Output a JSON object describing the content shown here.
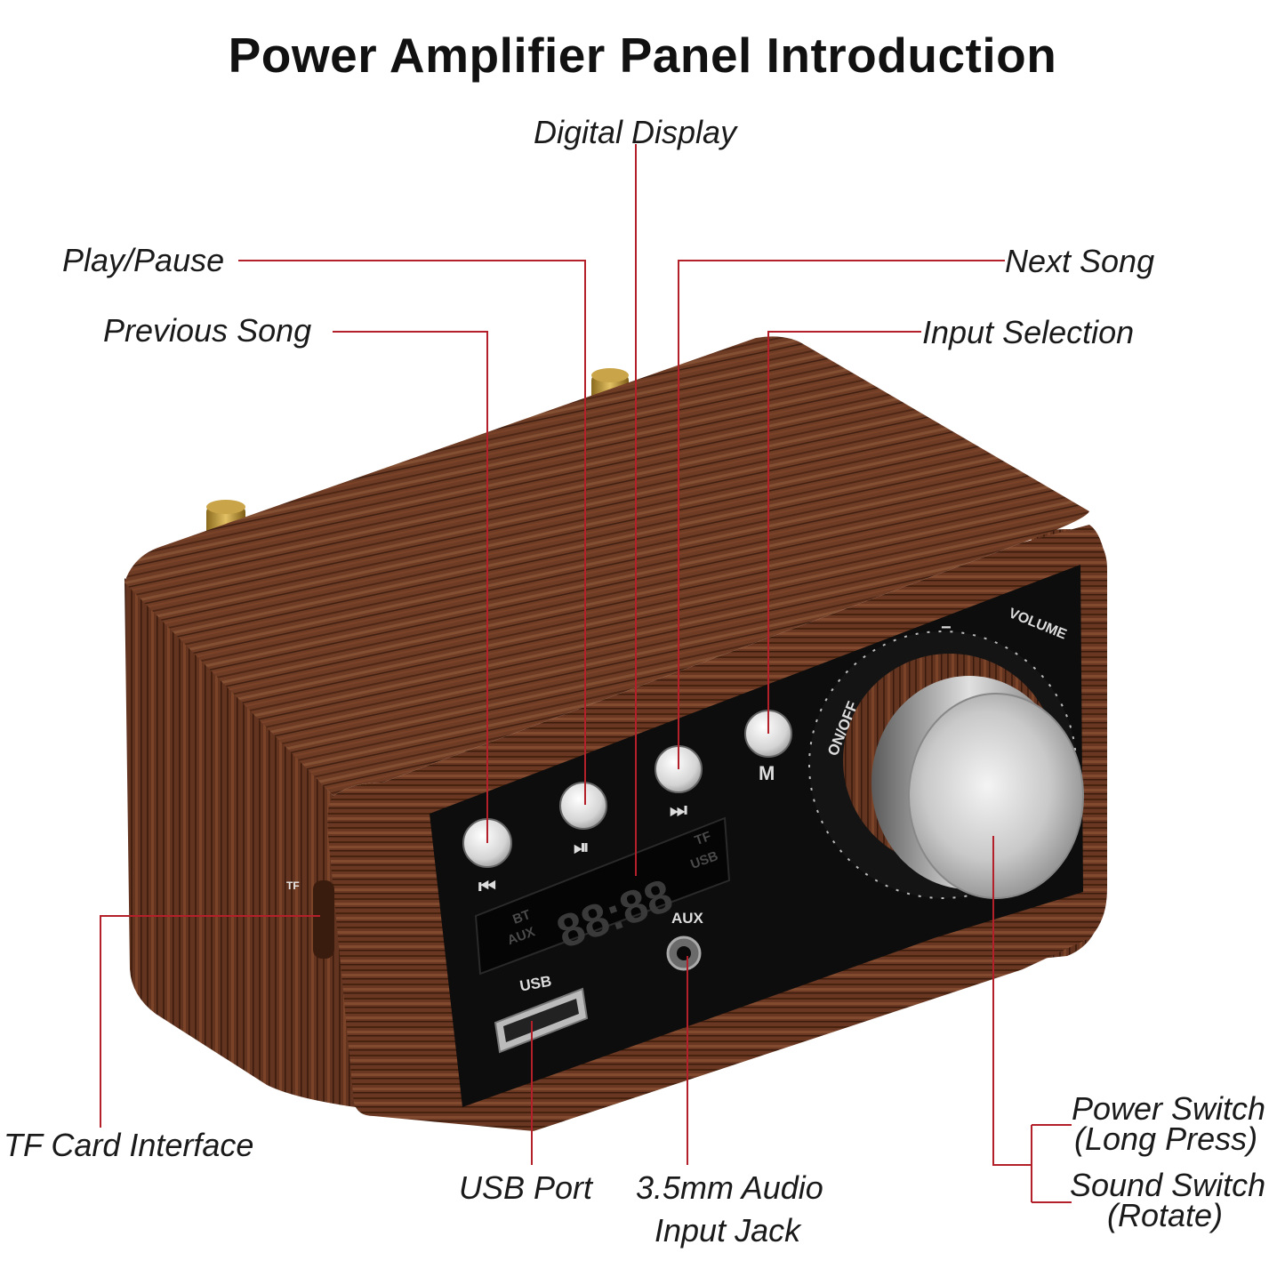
{
  "title": "Power Amplifier Panel Introduction",
  "callouts": {
    "digital_display": "Digital Display",
    "play_pause": "Play/Pause",
    "previous_song": "Previous Song",
    "next_song": "Next Song",
    "input_selection": "Input Selection",
    "tf_card": "TF Card Interface",
    "usb_port": "USB Port",
    "audio_jack_1": "3.5mm Audio",
    "audio_jack_2": "Input Jack",
    "power_switch_1": "Power Switch",
    "power_switch_2": "(Long Press)",
    "sound_switch_1": "Sound Switch",
    "sound_switch_2": "(Rotate)"
  },
  "device": {
    "display_digits": "88:88",
    "display_tags": [
      "BT",
      "AUX",
      "TF",
      "USB"
    ],
    "button_m": "M",
    "port_usb": "USB",
    "port_aux": "AUX",
    "knob_onoff": "ON/OFF",
    "knob_volume": "VOLUME",
    "side_tf": "TF"
  },
  "colors": {
    "leader_line": "#b3202a",
    "wood": "#6b3a22",
    "panel": "#0d0d0d"
  }
}
